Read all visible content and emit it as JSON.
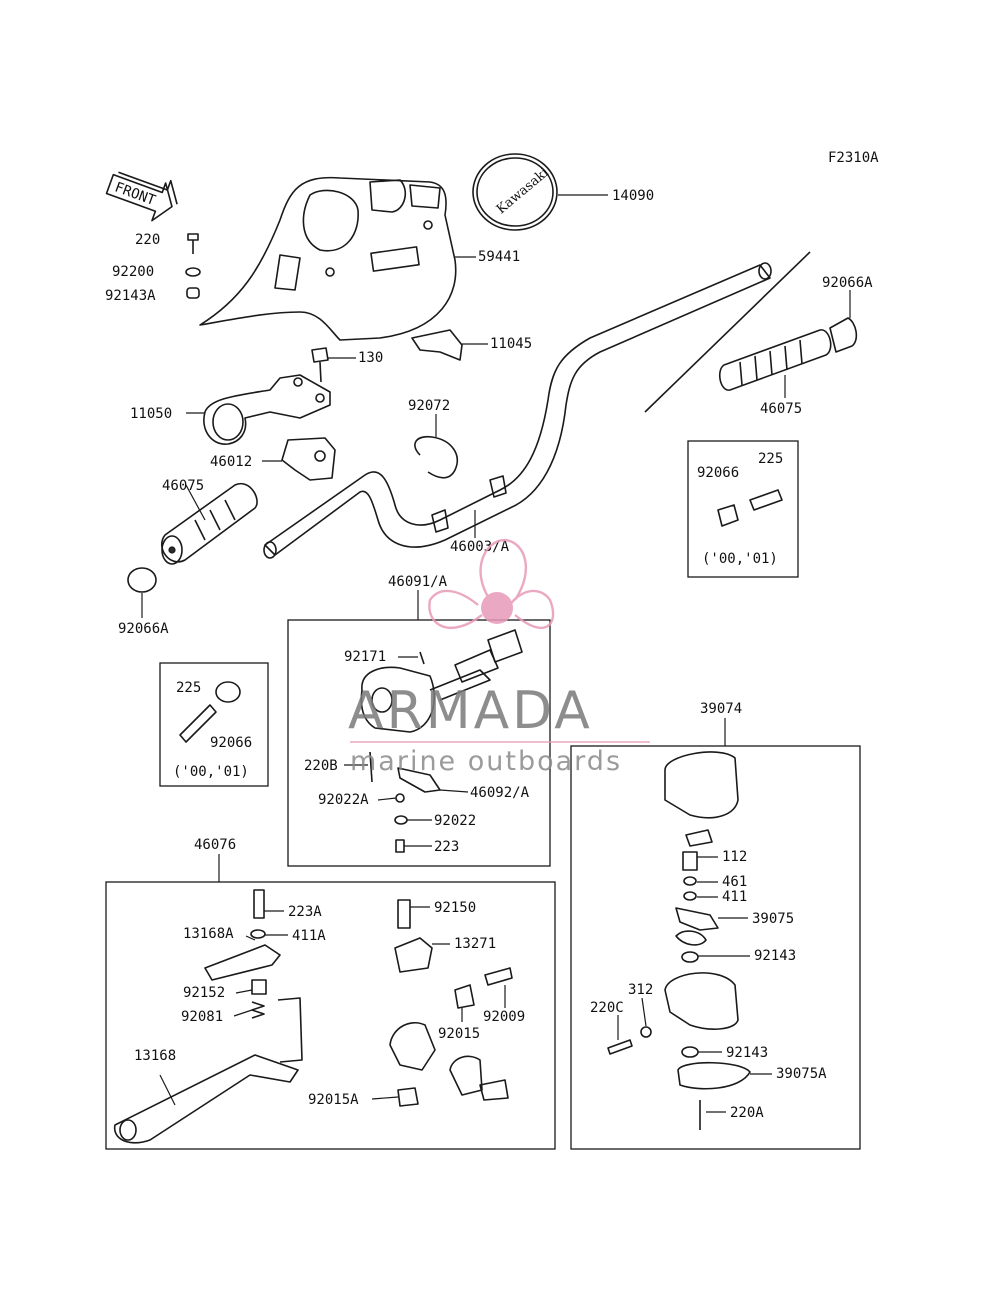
{
  "figure_code": "F2310A",
  "front_arrow_label": "FRONT",
  "cap_logo": "Kawasaki",
  "parts": {
    "p220": "220",
    "p92200": "92200",
    "p92143A": "92143A",
    "p14090": "14090",
    "p59441": "59441",
    "p92066A_r": "92066A",
    "p11045": "11045",
    "p130": "130",
    "p11050": "11050",
    "p92072": "92072",
    "p46012": "46012",
    "p46075_r": "46075",
    "p46075_l": "46075",
    "p46003A": "46003/A",
    "p92066A_l": "92066A",
    "p46091A": "46091/A",
    "p92171": "92171",
    "p220B": "220B",
    "p92022A": "92022A",
    "p46092A": "46092/A",
    "p92022": "92022",
    "p223": "223",
    "p39074": "39074",
    "p112": "112",
    "p461": "461",
    "p411": "411",
    "p39075": "39075",
    "p92143_a": "92143",
    "p312": "312",
    "p220C": "220C",
    "p92143_b": "92143",
    "p39075A": "39075A",
    "p220A": "220A",
    "p46076": "46076",
    "p223A": "223A",
    "p13168A": "13168A",
    "p411A": "411A",
    "p92152": "92152",
    "p92081": "92081",
    "p13168": "13168",
    "p92150": "92150",
    "p13271": "13271",
    "p92015": "92015",
    "p92009": "92009",
    "p92015A": "92015A"
  },
  "inset_right": {
    "p92066": "92066",
    "p225": "225",
    "years": "('00,'01)"
  },
  "inset_left": {
    "p225": "225",
    "p92066": "92066",
    "years": "('00,'01)"
  },
  "watermark": {
    "brand": "ARMADA",
    "tagline": "marine outboards",
    "color": "#e89ab8"
  }
}
